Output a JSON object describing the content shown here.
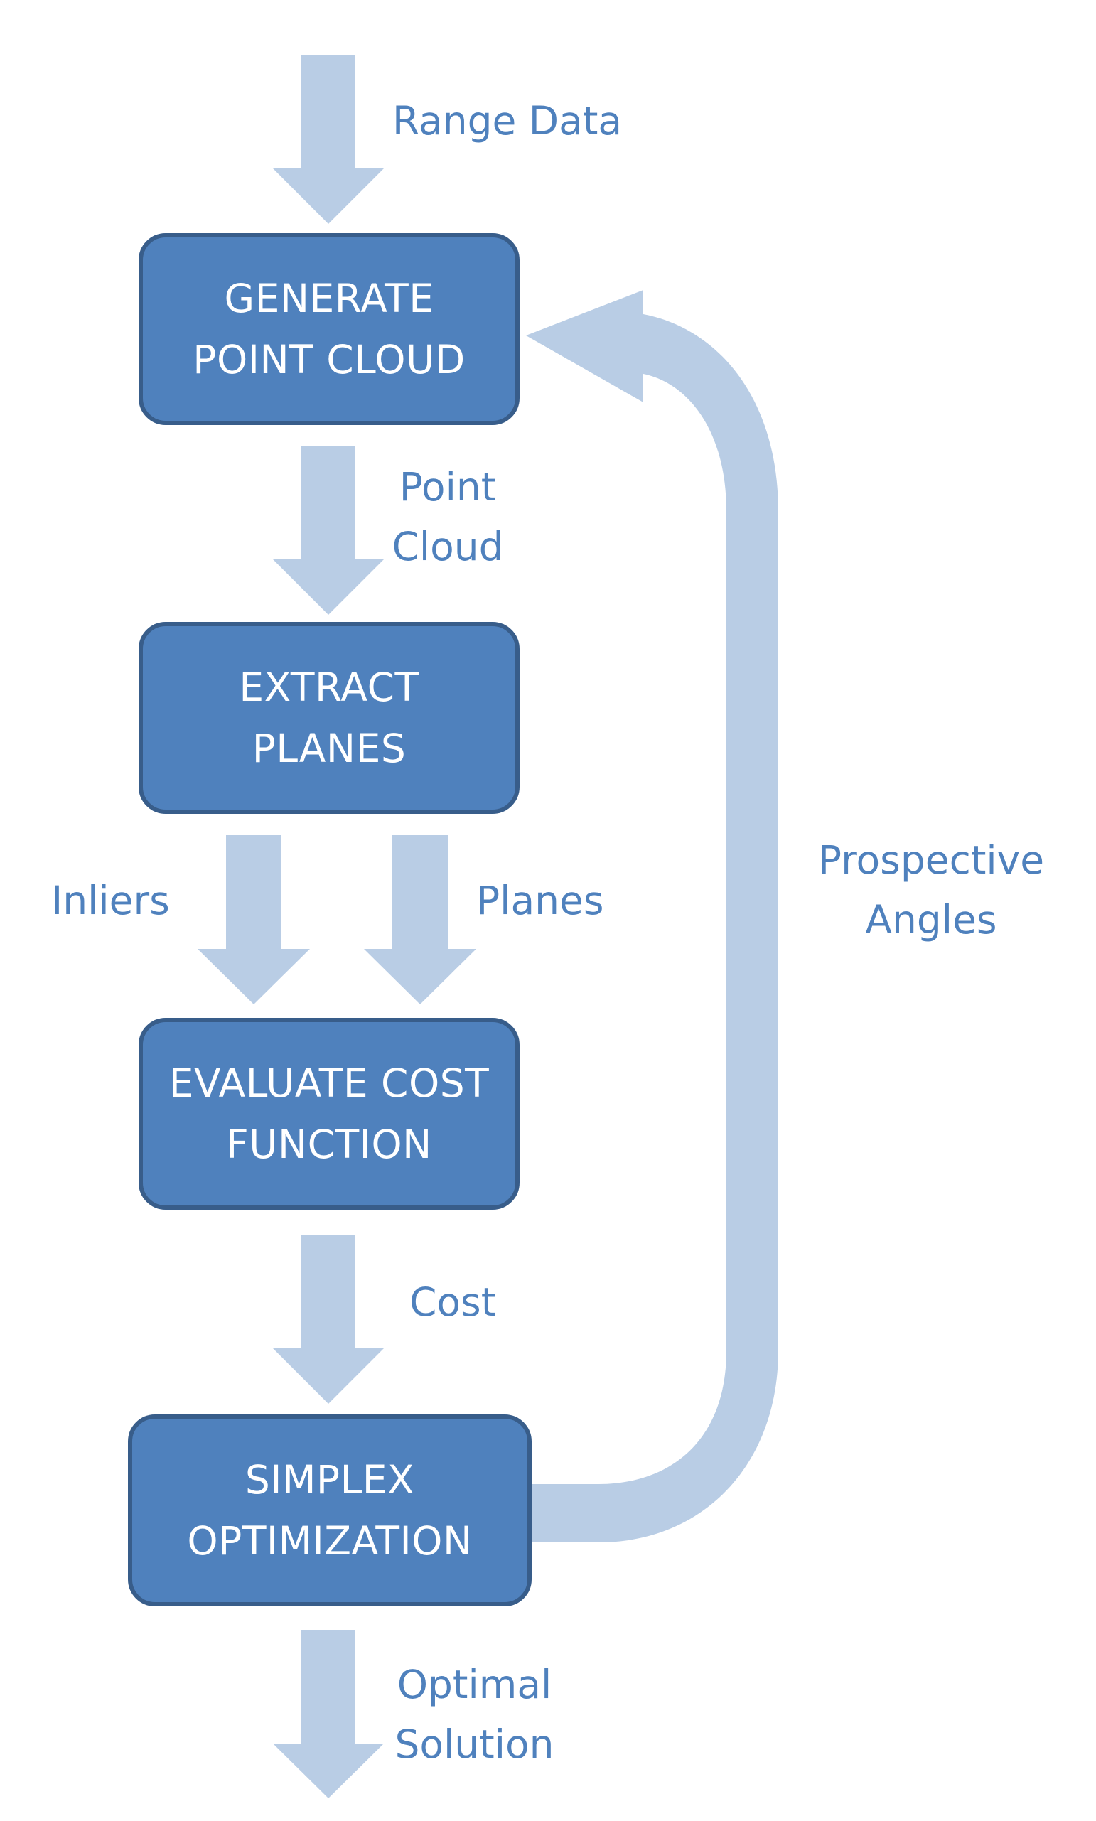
{
  "diagram": {
    "colors": {
      "box_fill": "#4f81bd",
      "box_border": "#385d8a",
      "arrow_fill": "#b9cde5",
      "label_text": "#4f81bd",
      "box_text": "#ffffff"
    },
    "steps": [
      {
        "id": "generate-point-cloud",
        "lines": [
          "GENERATE",
          "POINT CLOUD"
        ]
      },
      {
        "id": "extract-planes",
        "lines": [
          "EXTRACT",
          "PLANES"
        ]
      },
      {
        "id": "evaluate-cost-function",
        "lines": [
          "EVALUATE COST",
          "FUNCTION"
        ]
      },
      {
        "id": "simplex-optimization",
        "lines": [
          "SIMPLEX",
          "OPTIMIZATION"
        ]
      }
    ],
    "edge_labels": {
      "range_data": [
        "Range Data"
      ],
      "point_cloud": [
        "Point",
        "Cloud"
      ],
      "inliers": [
        "Inliers"
      ],
      "planes": [
        "Planes"
      ],
      "cost": [
        "Cost"
      ],
      "optimal_solution": [
        "Optimal",
        "Solution"
      ],
      "prospective_angles": [
        "Prospective",
        "Angles"
      ]
    }
  }
}
